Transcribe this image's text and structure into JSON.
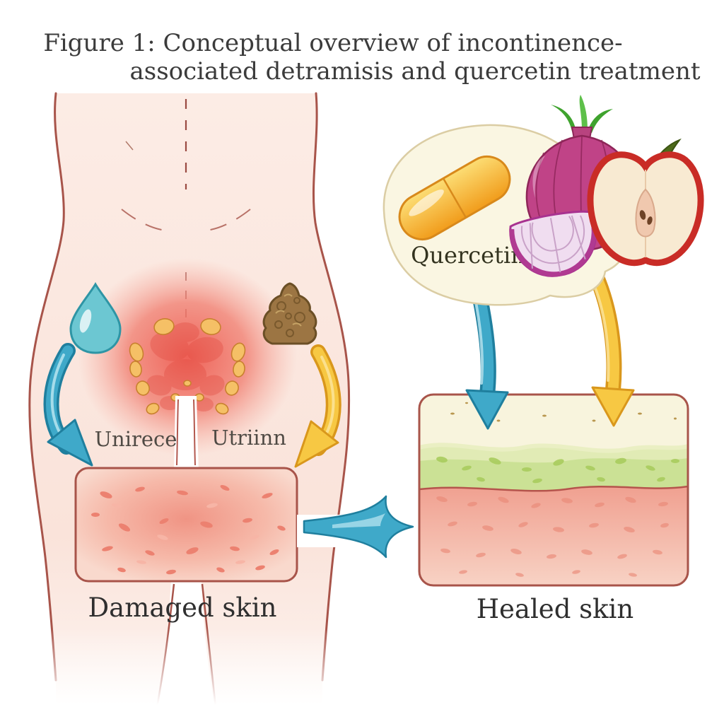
{
  "figure": {
    "title_line1": "Figure 1: Conceptual overview of incontinence-",
    "title_line2": "associated detramisis and quercetin treatment"
  },
  "left_panel": {
    "urine_label_left": "Unirece",
    "urine_label_right": "Utriinn",
    "damaged_skin_label": "Damaged skin",
    "icons": [
      "water-drop-icon",
      "feces-icon",
      "inflammation-icon",
      "blue-curved-arrow-icon",
      "yellow-curved-arrow-icon"
    ]
  },
  "right_panel": {
    "bubble_label": "Quercetin",
    "healed_skin_label": "Healed skin",
    "icons": [
      "speech-bubble",
      "quercetin-capsule-icon",
      "onion-icon",
      "onion-slice-icon",
      "apple-half-icon",
      "blue-down-arrow-icon",
      "yellow-down-arrow-icon"
    ]
  },
  "transition": {
    "icon": "right-arrow-icon"
  },
  "colors": {
    "background": "#ffffff",
    "title_text": "#3b3b3b",
    "body_skin": "#fbe8e0",
    "body_outline": "#a8544a",
    "inflamed_red": "#ee5a50",
    "water_blue": "#6cc7d2",
    "feces_brown": "#9c7543",
    "arrow_blue": "#3fa9c9",
    "arrow_blue_dark": "#1f7f9e",
    "arrow_yellow": "#f7c843",
    "arrow_yellow_dark": "#d9971c",
    "bubble_cream": "#faf6e2",
    "capsule_orange": "#f6a825",
    "onion_magenta": "#c04387",
    "onion_slice_lilac": "#f0ddf0",
    "apple_red": "#c92c26",
    "apple_flesh": "#f8ead2",
    "healed_green": "#c8df90",
    "skin_pink_layer": "#f5b2a2",
    "label_text": "#2f2f2f"
  }
}
